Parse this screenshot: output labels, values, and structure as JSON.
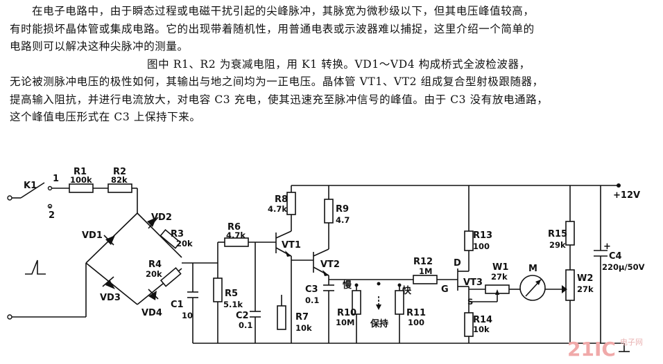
{
  "paragraphs": [
    "在电子电路中，由于瞬态过程或电磁干扰引起的尖峰脉冲，其脉宽为微秒级以下，但其电压峰值较高，",
    "有时能损坏晶体管或集成电路。它的出现带着随机性，用普通电表或示波器难以捕捉，这里介绍一个简单的",
    "电路则可以解决这种尖脉冲的测量。",
    "图中 R1、R2 为衰减电阻，用 K1 转换。VD1～VD4 构成桥式全波检波器，",
    "无论被测脉冲电压的极性如何，其输出与地之间均为一正电压。晶体管 VT1、VT2 组成复合型射极跟随器，",
    "提高输入阻抗，并进行电流放大，对电容 C3 充电，使其迅速充至脉冲信号的峰值。由于 C3 没有放电通路，",
    "这个峰值电压形式在 C3 上保持下来。"
  ],
  "circuit": {
    "switch": {
      "name": "K1",
      "pos1": "1",
      "pos2": "2"
    },
    "R1": {
      "name": "R1",
      "value": "100k"
    },
    "R2": {
      "name": "R2",
      "value": "82k"
    },
    "VD1": "VD1",
    "VD2": "VD2",
    "VD3": "VD3",
    "VD4": "VD4",
    "R3": {
      "name": "R3",
      "value": "20k"
    },
    "R4": {
      "name": "R4",
      "value": "20k"
    },
    "C1": {
      "name": "C1",
      "value": "10"
    },
    "R5": {
      "name": "R5",
      "value": "5.1k"
    },
    "R6": {
      "name": "R6",
      "value": "4.7k"
    },
    "C2": {
      "name": "C2",
      "value": "0.1"
    },
    "R7": {
      "name": "R7",
      "value": "10k"
    },
    "R8": {
      "name": "R8",
      "value": "4.7k"
    },
    "R9": {
      "name": "R9",
      "value": "4.7"
    },
    "VT1": "VT1",
    "VT2": "VT2",
    "C3": {
      "name": "C3",
      "value": "0.1"
    },
    "slow": "慢",
    "fast": "快",
    "hold": "保持",
    "R10": {
      "name": "R10",
      "value": "10M"
    },
    "R11": {
      "name": "R11",
      "value": "100"
    },
    "R12": {
      "name": "R12",
      "value": "1M"
    },
    "VT3": "VT3",
    "D": "D",
    "G": "G",
    "S": "S",
    "R13": {
      "name": "R13",
      "value": "100"
    },
    "R14": {
      "name": "R14",
      "value": "10k"
    },
    "W1": {
      "name": "W1",
      "value": "27k"
    },
    "M": "M",
    "R15": {
      "name": "R15",
      "value": "29k"
    },
    "W2": {
      "name": "W2",
      "value": "27k"
    },
    "C4": {
      "name": "C4",
      "value": "220μ/50V"
    },
    "supply": "+12V"
  },
  "watermark": {
    "logo": "21IC",
    "cn": "电子网"
  }
}
